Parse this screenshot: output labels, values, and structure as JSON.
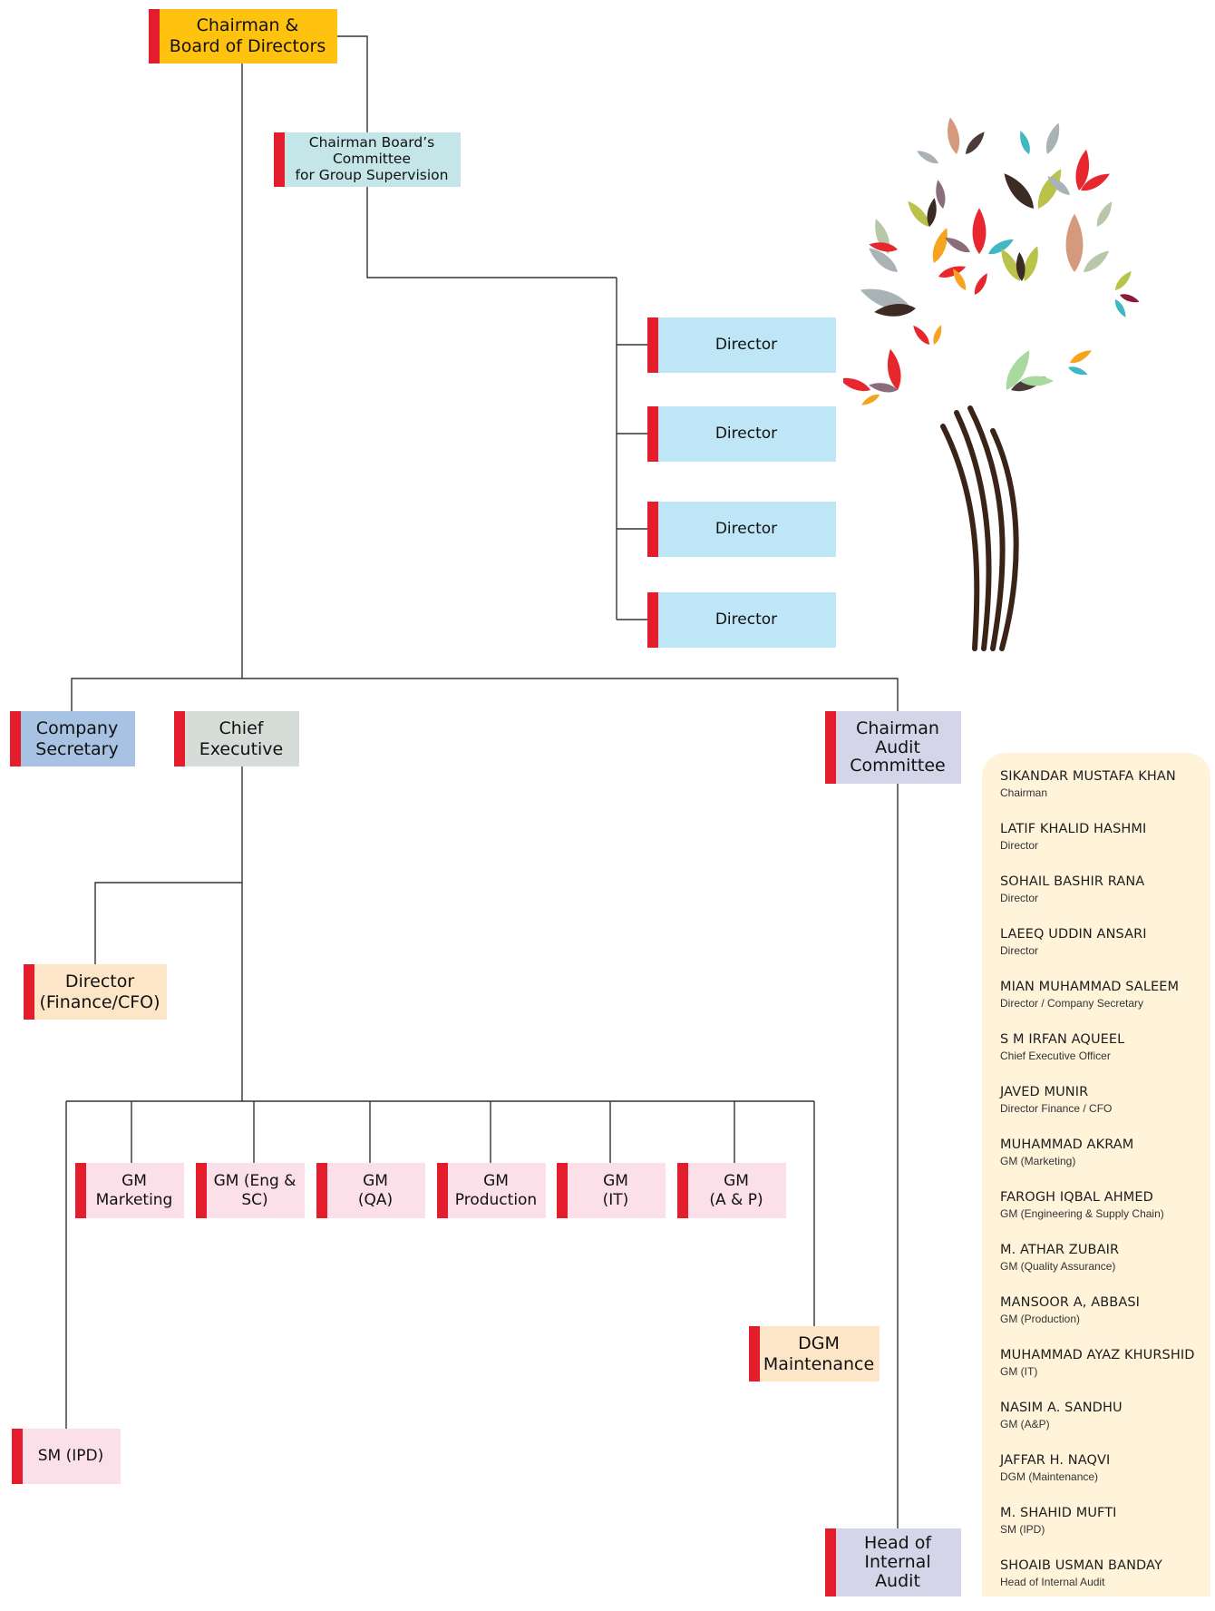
{
  "nodes": {
    "chairman_board": "Chairman &\nBoard of Directors",
    "group_supervision": "Chairman Board’s\nCommittee\nfor Group Supervision",
    "director_1": "Director",
    "director_2": "Director",
    "director_3": "Director",
    "director_4": "Director",
    "company_secretary": "Company\nSecretary",
    "chief_executive": "Chief\nExecutive",
    "chairman_audit": "Chairman\nAudit\nCommittee",
    "director_finance": "Director\n(Finance/CFO)",
    "gm_marketing": "GM\nMarketing",
    "gm_eng_sc": "GM (Eng &\nSC)",
    "gm_qa": "GM\n(QA)",
    "gm_production": "GM\nProduction",
    "gm_it": "GM\n(IT)",
    "gm_ap": "GM\n(A & P)",
    "dgm_maintenance": "DGM\nMaintenance",
    "sm_ipd": "SM (IPD)",
    "head_internal_audit": "Head of\nInternal\nAudit"
  },
  "people": [
    {
      "name": "SIKANDAR MUSTAFA KHAN",
      "role": "Chairman"
    },
    {
      "name": "LATIF KHALID HASHMI",
      "role": "Director"
    },
    {
      "name": "SOHAIL BASHIR RANA",
      "role": "Director"
    },
    {
      "name": "LAEEQ UDDIN ANSARI",
      "role": "Director"
    },
    {
      "name": "MIAN MUHAMMAD SALEEM",
      "role": "Director / Company Secretary"
    },
    {
      "name": "S M IRFAN AQUEEL",
      "role": "Chief Executive Officer"
    },
    {
      "name": "JAVED MUNIR",
      "role": "Director Finance / CFO"
    },
    {
      "name": "MUHAMMAD AKRAM",
      "role": "GM (Marketing)"
    },
    {
      "name": "FAROGH IQBAL AHMED",
      "role": "GM (Engineering & Supply Chain)"
    },
    {
      "name": "M. ATHAR ZUBAIR",
      "role": "GM (Quality Assurance)"
    },
    {
      "name": "MANSOOR A, ABBASI",
      "role": "GM (Production)"
    },
    {
      "name": "MUHAMMAD AYAZ KHURSHID",
      "role": "GM (IT)"
    },
    {
      "name": "NASIM A. SANDHU",
      "role": "GM (A&P)"
    },
    {
      "name": "JAFFAR H. NAQVI",
      "role": "DGM (Maintenance)"
    },
    {
      "name": "M. SHAHID MUFTI",
      "role": "SM (IPD)"
    },
    {
      "name": "SHOAIB USMAN BANDAY",
      "role": "Head of Internal Audit"
    }
  ],
  "colors": {
    "accent_bar": "#e31d2b",
    "chairman": "#ffc20e",
    "committee": "#c4e6e9",
    "director": "#bfe6f6",
    "secretary": "#a7c2e3",
    "chief_executive": "#d6dcd7",
    "audit": "#d5d5ea",
    "finance": "#fde5c8",
    "gm": "#fbe0ea",
    "people_panel": "#fff3da"
  }
}
